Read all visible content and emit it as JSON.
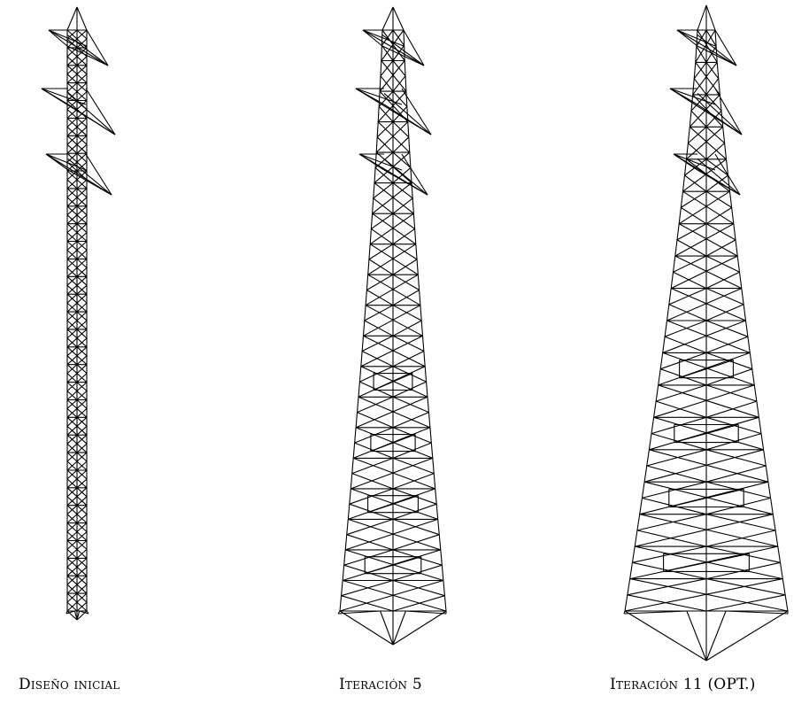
{
  "figure": {
    "panels": [
      {
        "caption": "Diseño inicial"
      },
      {
        "caption": "Iteración 5"
      },
      {
        "caption": "Iteración 11 (OPT.)"
      }
    ],
    "line_color": "#000000",
    "background": "#ffffff"
  }
}
